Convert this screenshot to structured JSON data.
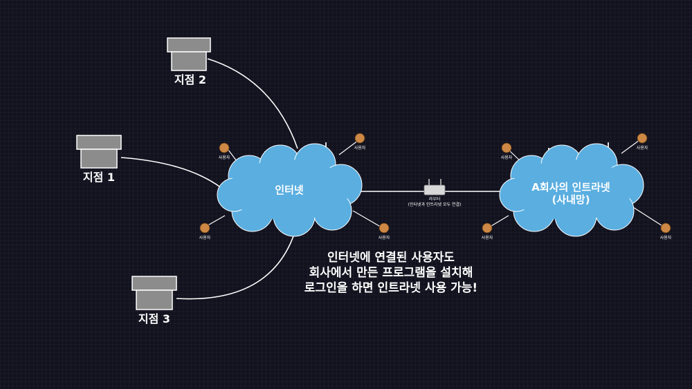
{
  "branches": [
    {
      "label": "지점 2"
    },
    {
      "label": "지점 1"
    },
    {
      "label": "지점 3"
    }
  ],
  "internet": {
    "label": "인터넷"
  },
  "intranet": {
    "label_line1": "A회사의 인트라넷",
    "label_line2": "(사내망)"
  },
  "router": {
    "label_line1": "라우터",
    "label_line2": "(인터넷과 인트라넷 모두 연결)"
  },
  "user_label": "사용자",
  "caption": {
    "lines": [
      "인터넷에 연결된 사용자도",
      "회사에서 만든 프로그램을 설치해",
      "로그인을 하면 인트라넷 사용 가능!"
    ]
  },
  "colors": {
    "background": "#12121f",
    "cloud": "#5aaee0",
    "node": "#cc8844",
    "box": "#8c8c8c",
    "line": "#ffffff"
  }
}
